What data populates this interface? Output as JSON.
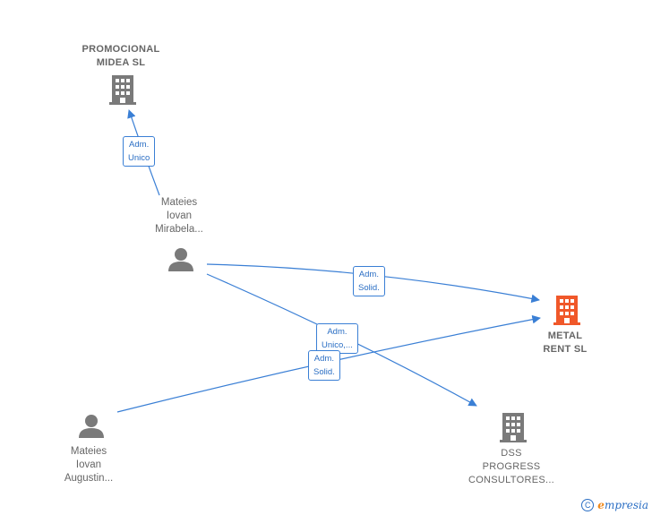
{
  "nodes": {
    "promocional": {
      "label": "PROMOCIONAL\nMIDEA  SL",
      "kind": "company",
      "highlight": false
    },
    "metal": {
      "label": "METAL\nRENT  SL",
      "kind": "company",
      "highlight": true
    },
    "dss": {
      "label": "DSS\nPROGRESS\nCONSULTORES...",
      "kind": "company",
      "highlight": false
    },
    "mirabela": {
      "label": "Mateies\nIovan\nMirabela...",
      "kind": "person"
    },
    "augustin": {
      "label": "Mateies\nIovan\nAugustin...",
      "kind": "person"
    }
  },
  "edges": {
    "e1": {
      "label": "Adm.\nUnico"
    },
    "e2": {
      "label": "Adm.\nSolid."
    },
    "e3": {
      "label": "Adm.\nUnico,..."
    },
    "e4": {
      "label": "Adm.\nSolid."
    }
  },
  "brand": {
    "copyright_symbol": "C",
    "name_initial": "e",
    "name_rest": "mpresia"
  },
  "colors": {
    "edge": "#3a7fd5",
    "company": "#7a7a7a",
    "company_highlight": "#f0582a",
    "person": "#7a7a7a"
  }
}
